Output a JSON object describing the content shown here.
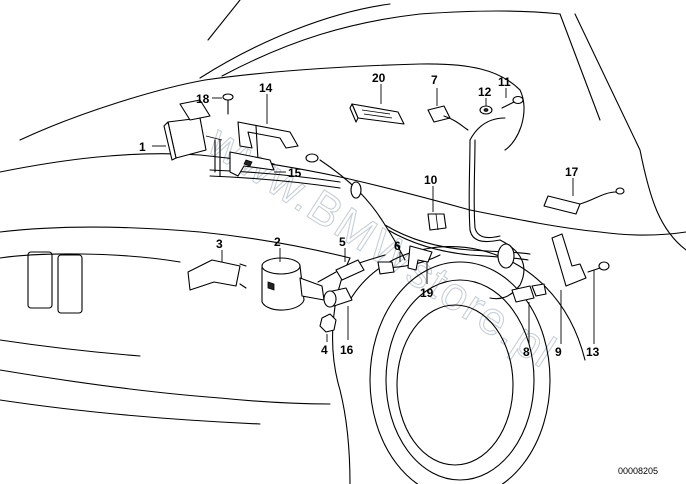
{
  "diagram": {
    "callouts": [
      {
        "id": "1",
        "label": "1"
      },
      {
        "id": "2",
        "label": "2"
      },
      {
        "id": "3",
        "label": "3"
      },
      {
        "id": "4",
        "label": "4"
      },
      {
        "id": "5",
        "label": "5"
      },
      {
        "id": "6",
        "label": "6"
      },
      {
        "id": "7",
        "label": "7"
      },
      {
        "id": "8",
        "label": "8"
      },
      {
        "id": "9",
        "label": "9"
      },
      {
        "id": "10",
        "label": "10"
      },
      {
        "id": "11",
        "label": "11"
      },
      {
        "id": "12",
        "label": "12"
      },
      {
        "id": "13",
        "label": "13"
      },
      {
        "id": "14",
        "label": "14"
      },
      {
        "id": "15",
        "label": "15"
      },
      {
        "id": "16",
        "label": "16"
      },
      {
        "id": "17",
        "label": "17"
      },
      {
        "id": "18",
        "label": "18"
      },
      {
        "id": "19",
        "label": "19"
      },
      {
        "id": "20",
        "label": "20"
      }
    ],
    "diagram_code": "00008205",
    "watermark": "www.BMWstore.pl"
  }
}
